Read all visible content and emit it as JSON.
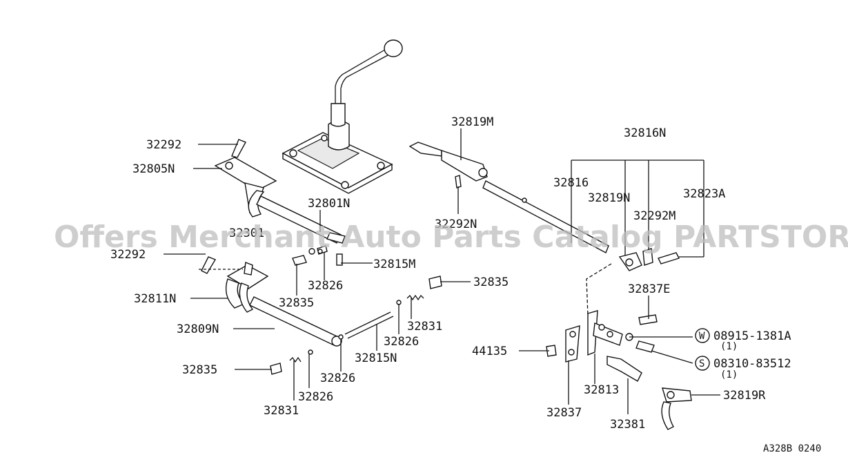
{
  "labels": {
    "p32292a": "32292",
    "p32805N": "32805N",
    "p32801N": "32801N",
    "p32301": "32301",
    "p32292b": "32292",
    "p32815Ma": "32815M",
    "p32826a": "32826",
    "p32835a": "32835",
    "p32811N": "32811N",
    "p32809N": "32809N",
    "p32835b": "32835",
    "p32831a": "32831",
    "p32826b": "32826",
    "p32815N": "32815N",
    "p32826c": "32826",
    "p32835c": "32835",
    "p32826d": "32826",
    "p32831b": "32831",
    "p32819M": "32819M",
    "p32292N": "32292N",
    "p32816N": "32816N",
    "p32816": "32816",
    "p32819N": "32819N",
    "p32292M": "32292M",
    "p32823A": "32823A",
    "p32837E": "32837E",
    "p08915": "08915-1381A",
    "p08915q": "(1)",
    "p08310": "08310-83512",
    "p08310q": "(1)",
    "p44135": "44135",
    "p32813": "32813",
    "p32837": "32837",
    "p32381": "32381",
    "p32819R": "32819R",
    "wCircle": "W",
    "sCircle": "S"
  },
  "watermark": "Offers Merchant Auto Parts Catalog PARTSTORE.SA",
  "diagram_code": "A328B 0240"
}
